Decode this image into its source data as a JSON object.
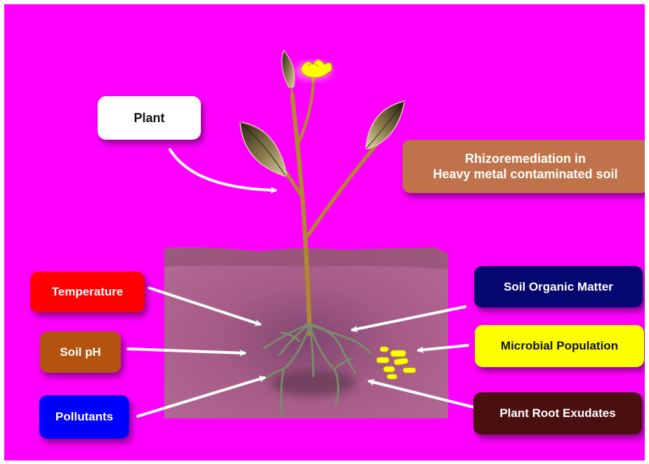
{
  "labels": {
    "plant": "Plant",
    "title_line1": "Rhizoremediation in",
    "title_line2": "Heavy metal contaminated soil",
    "temperature": "Temperature",
    "soil_ph": "Soil pH",
    "pollutants": "Pollutants",
    "soil_organic_matter": "Soil Organic Matter",
    "microbial_population": "Microbial Population",
    "plant_root_exudates": "Plant Root Exudates"
  },
  "colors": {
    "background": "#ff00ff",
    "soil": "#a0607f",
    "stem": "#b08a2a",
    "leaf": "#8a7a4a",
    "flower": "#ffff00",
    "roots": "#7a8a6a",
    "microbes": "#ffff00",
    "arrows": "#ffffff",
    "temperature": "#ff0000",
    "soil_ph": "#b3530f",
    "pollutants": "#0000ff",
    "soil_organic_matter": "#060670",
    "microbial_population": "#ffff00",
    "plant_root_exudates": "#4a0f0f",
    "title_box": "#c0734a"
  }
}
